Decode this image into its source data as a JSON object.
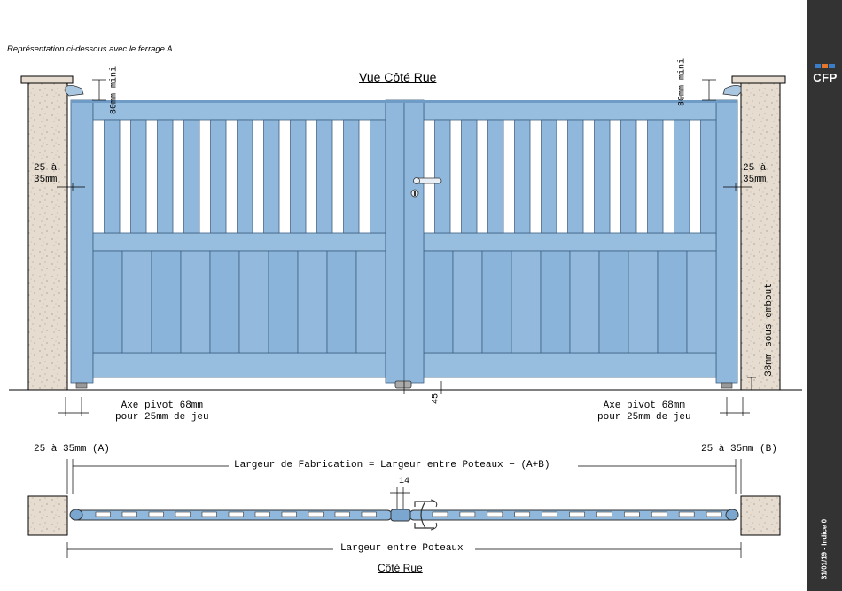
{
  "caption": "Représentation ci-dessous avec le ferrage A",
  "titles": {
    "street_view": "Vue Côté Rue",
    "top_view": "Côté Rue"
  },
  "brand": {
    "name": "CFP",
    "revision": "31/01/19 - Indice 0"
  },
  "dimensions": {
    "clearance_left": "80mm mini",
    "clearance_right": "80mm mini",
    "gap_left": [
      "25 à",
      "35mm"
    ],
    "gap_right": [
      "25 à",
      "35mm"
    ],
    "pivot_left": [
      "Axe pivot 68mm",
      "pour 25mm de jeu"
    ],
    "pivot_right": [
      "Axe pivot 68mm",
      "pour 25mm de jeu"
    ],
    "center_gap": "45",
    "ground_clearance": "38mm sous embout",
    "top_gap_left": "25 à 35mm (A)",
    "top_gap_right": "25 à 35mm (B)",
    "fabrication_width": "Largeur de Fabrication = Largeur entre Poteaux − (A+B)",
    "center_gap_top": "14",
    "width_between_posts": "Largeur entre Poteaux"
  },
  "colors": {
    "gate": "#8fb8dc",
    "gate_dark": "#5b86b2",
    "pillar": "#e6ddd0",
    "sidebar": "#333333",
    "accent_blue": "#3a7dc9",
    "accent_orange": "#e6762a"
  }
}
